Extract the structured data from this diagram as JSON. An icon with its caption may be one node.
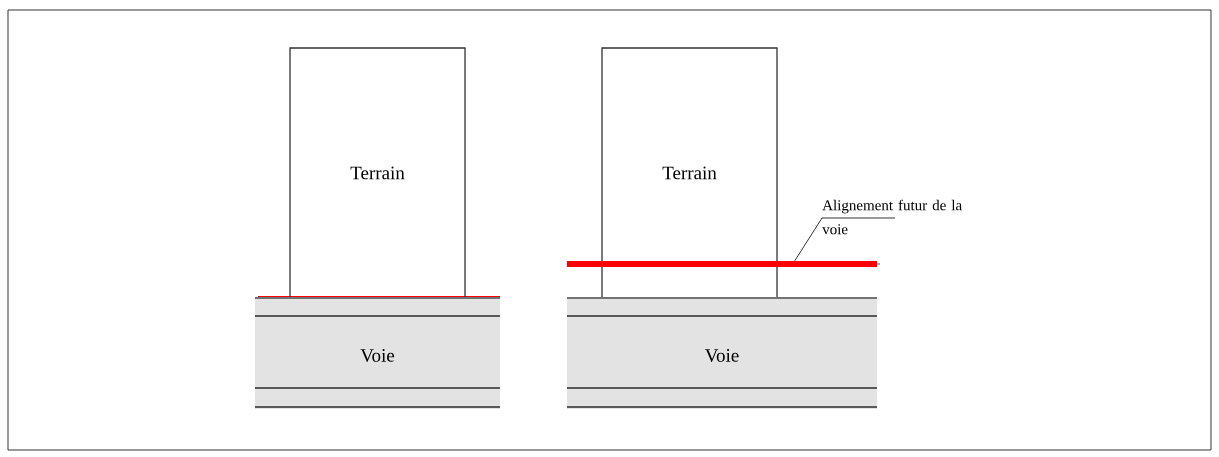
{
  "diagram": {
    "nodes": [
      {
        "text": [
          "Terrain"
        ]
      },
      {
        "text": [
          "Voie"
        ]
      },
      {
        "text": [
          "Terrain"
        ]
      },
      {
        "text": [
          "Voie"
        ]
      },
      {
        "text": [
          "Alignement futur de la voie"
        ]
      },
      {
        "text": [],
        "shape": "bar"
      }
    ],
    "edges": [
      {
        "from": 4,
        "to": 5,
        "arrow": "none"
      }
    ]
  }
}
